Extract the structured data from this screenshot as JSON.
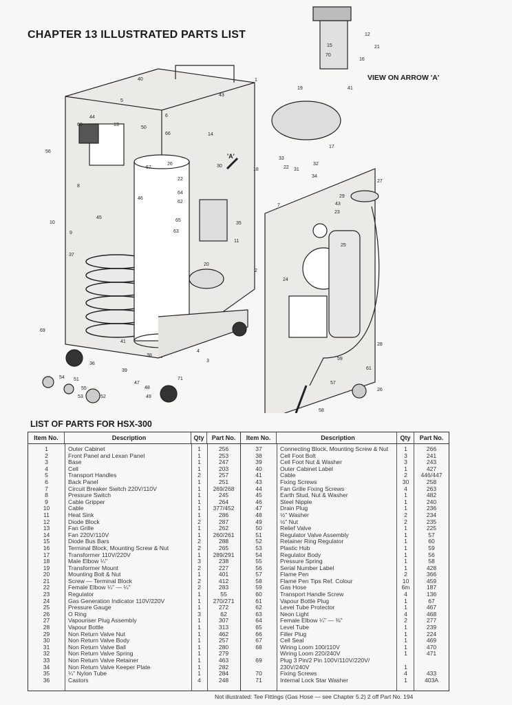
{
  "page": {
    "title": "CHAPTER 13  ILLUSTRATED PARTS LIST",
    "view_label": "VIEW ON ARROW 'A'",
    "arrow_label": "'A'",
    "list_title": "LIST OF PARTS FOR HSX-300",
    "footnote": "Not illustrated: Tee Fittings (Gas Hose — see Chapter 5.2) 2 off Part No. 194"
  },
  "table": {
    "headers": {
      "item": "Item No.",
      "desc": "Description",
      "qty": "Qty",
      "part": "Part No."
    },
    "left": [
      {
        "item": "1",
        "desc": "Outer Cabinet",
        "qty": "1",
        "part": "256"
      },
      {
        "item": "2",
        "desc": "Front Panel and Lexan Panel",
        "qty": "1",
        "part": "253"
      },
      {
        "item": "3",
        "desc": "Base",
        "qty": "1",
        "part": "247"
      },
      {
        "item": "4",
        "desc": "Cell",
        "qty": "1",
        "part": "203"
      },
      {
        "item": "5",
        "desc": "Transport Handles",
        "qty": "2",
        "part": "257"
      },
      {
        "item": "6",
        "desc": "Back Panel",
        "qty": "1",
        "part": "251"
      },
      {
        "item": "7",
        "desc": "Circuit Breaker Switch 220V/110V",
        "qty": "1",
        "part": "269/268"
      },
      {
        "item": "8",
        "desc": "Pressure Switch",
        "qty": "1",
        "part": "245"
      },
      {
        "item": "9",
        "desc": "Cable Gripper",
        "qty": "1",
        "part": "264"
      },
      {
        "item": "10",
        "desc": "Cable",
        "qty": "1",
        "part": "377/452"
      },
      {
        "item": "11",
        "desc": "Heat Sink",
        "qty": "1",
        "part": "286"
      },
      {
        "item": "12",
        "desc": "Diode Block",
        "qty": "2",
        "part": "287"
      },
      {
        "item": "13",
        "desc": "Fan Grille",
        "qty": "1",
        "part": "262"
      },
      {
        "item": "14",
        "desc": "Fan 220V/110V",
        "qty": "1",
        "part": "260/261"
      },
      {
        "item": "15",
        "desc": "Diode Bus Bars",
        "qty": "2",
        "part": "288"
      },
      {
        "item": "16",
        "desc": "Terminal Block, Mounting Screw & Nut",
        "qty": "2",
        "part": "265"
      },
      {
        "item": "17",
        "desc": "Transformer 110V/220V",
        "qty": "1",
        "part": "289/291"
      },
      {
        "item": "18",
        "desc": "Male Elbow ¼\"",
        "qty": "3",
        "part": "238"
      },
      {
        "item": "19",
        "desc": "Transformer Mount",
        "qty": "2",
        "part": "227"
      },
      {
        "item": "20",
        "desc": "Mounting Bolt & Nut",
        "qty": "1",
        "part": "401"
      },
      {
        "item": "21",
        "desc": "Screw — Terminal Block",
        "qty": "2",
        "part": "412"
      },
      {
        "item": "22",
        "desc": "Female Elbow ¼\" — ¼\"",
        "qty": "2",
        "part": "283"
      },
      {
        "item": "23",
        "desc": "Regulator",
        "qty": "1",
        "part": "55"
      },
      {
        "item": "24",
        "desc": "Gas Generation Indicator 110V/220V",
        "qty": "1",
        "part": "270/271"
      },
      {
        "item": "25",
        "desc": "Pressure Gauge",
        "qty": "1",
        "part": "272"
      },
      {
        "item": "26",
        "desc": "O Ring",
        "qty": "3",
        "part": "62"
      },
      {
        "item": "27",
        "desc": "Vapouriser Plug Assembly",
        "qty": "1",
        "part": "307"
      },
      {
        "item": "28",
        "desc": "Vapour Bottle",
        "qty": "1",
        "part": "313"
      },
      {
        "item": "29",
        "desc": "Non Return Valve Nut",
        "qty": "1",
        "part": "462"
      },
      {
        "item": "30",
        "desc": "Non Return Valve Body",
        "qty": "1",
        "part": "257"
      },
      {
        "item": "31",
        "desc": "Non Return Valve Ball",
        "qty": "1",
        "part": "280"
      },
      {
        "item": "32",
        "desc": "Non Return Valve Spring",
        "qty": "1",
        "part": "279"
      },
      {
        "item": "33",
        "desc": "Non Return Valve Retainer",
        "qty": "1",
        "part": "463"
      },
      {
        "item": "34",
        "desc": "Non Return Valve Keeper Plate",
        "qty": "1",
        "part": "282"
      },
      {
        "item": "35",
        "desc": "¼\" Nylon Tube",
        "qty": "1",
        "part": "284"
      },
      {
        "item": "36",
        "desc": "Castors",
        "qty": "4",
        "part": "248"
      }
    ],
    "right": [
      {
        "item": "37",
        "desc": "Connecting Block, Mounting Screw & Nut",
        "qty": "1",
        "part": "266"
      },
      {
        "item": "38",
        "desc": "Cell Foot Bolt",
        "qty": "3",
        "part": "241"
      },
      {
        "item": "39",
        "desc": "Cell Foot Nut & Washer",
        "qty": "3",
        "part": "243"
      },
      {
        "item": "40",
        "desc": "Outer Cabinet Label",
        "qty": "1",
        "part": "427"
      },
      {
        "item": "41",
        "desc": "Cable",
        "qty": "2",
        "part": "446/447"
      },
      {
        "item": "43",
        "desc": "Fixing Screws",
        "qty": "30",
        "part": "258"
      },
      {
        "item": "44",
        "desc": "Fan Grille Fixing Screws",
        "qty": "4",
        "part": "263"
      },
      {
        "item": "45",
        "desc": "Earth Stud, Nut & Washer",
        "qty": "1",
        "part": "482"
      },
      {
        "item": "46",
        "desc": "Steel Nipple",
        "qty": "1",
        "part": "240"
      },
      {
        "item": "47",
        "desc": "Drain Plug",
        "qty": "1",
        "part": "236"
      },
      {
        "item": "48",
        "desc": "½\" Washer",
        "qty": "2",
        "part": "234"
      },
      {
        "item": "49",
        "desc": "½\" Nut",
        "qty": "2",
        "part": "235"
      },
      {
        "item": "50",
        "desc": "Relief Valve",
        "qty": "1",
        "part": "225"
      },
      {
        "item": "51",
        "desc": "Regulator Valve Assembly",
        "qty": "1",
        "part": "57"
      },
      {
        "item": "52",
        "desc": "Retainer Ring Regulator",
        "qty": "1",
        "part": "60"
      },
      {
        "item": "53",
        "desc": "Plastic Hub",
        "qty": "1",
        "part": "59"
      },
      {
        "item": "54",
        "desc": "Regulator Body",
        "qty": "1",
        "part": "56"
      },
      {
        "item": "55",
        "desc": "Pressure Spring",
        "qty": "1",
        "part": "58"
      },
      {
        "item": "56",
        "desc": "Serial Number Label",
        "qty": "1",
        "part": "428"
      },
      {
        "item": "57",
        "desc": "Flame Pen",
        "qty": "2",
        "part": "366"
      },
      {
        "item": "58",
        "desc": "Flame Pen Tips Ref. Colour",
        "qty": "10",
        "part": "459"
      },
      {
        "item": "59",
        "desc": "Gas Hose",
        "qty": "6m",
        "part": "187"
      },
      {
        "item": "60",
        "desc": "Transport Handle Screw",
        "qty": "4",
        "part": "136"
      },
      {
        "item": "61",
        "desc": "Vapour Bottle Plug",
        "qty": "1",
        "part": "67"
      },
      {
        "item": "62",
        "desc": "Level Tube Protector",
        "qty": "1",
        "part": "467"
      },
      {
        "item": "63",
        "desc": "Neon Light",
        "qty": "4",
        "part": "468"
      },
      {
        "item": "64",
        "desc": "Female Elbow ¼\" — ⅜\"",
        "qty": "2",
        "part": "277"
      },
      {
        "item": "65",
        "desc": "Level Tube",
        "qty": "1",
        "part": "239"
      },
      {
        "item": "66",
        "desc": "Filler Plug",
        "qty": "1",
        "part": "224"
      },
      {
        "item": "67",
        "desc": "Cell Seal",
        "qty": "1",
        "part": "469"
      },
      {
        "item": "68",
        "desc": "Wiring Loom 100/110V",
        "qty": "1",
        "part": "470"
      },
      {
        "item": "",
        "desc": "Wiring Loom 220/240V",
        "qty": "1",
        "part": "471"
      },
      {
        "item": "69",
        "desc": "Plug 3 Pin/2 Pin 100V/110V/220V/",
        "qty": "",
        "part": ""
      },
      {
        "item": "",
        "desc": "230V/240V",
        "qty": "1",
        "part": ""
      },
      {
        "item": "70",
        "desc": "Fixing Screws",
        "qty": "4",
        "part": "433"
      },
      {
        "item": "71",
        "desc": "Internal Lock Star Washer",
        "qty": "1",
        "part": "403A"
      }
    ]
  },
  "figure": {
    "callouts": [
      "1",
      "40",
      "43",
      "5",
      "44",
      "60",
      "13",
      "56",
      "14",
      "50",
      "66",
      "67",
      "26",
      "6",
      "8",
      "46",
      "45",
      "9",
      "10",
      "37",
      "69",
      "12",
      "15",
      "70",
      "21",
      "16",
      "41",
      "19",
      "17",
      "33",
      "22",
      "31",
      "32",
      "34",
      "30",
      "18",
      "35",
      "11",
      "22",
      "64",
      "62",
      "65",
      "63",
      "27",
      "29",
      "43",
      "23",
      "7",
      "25",
      "24",
      "20",
      "28",
      "59",
      "61",
      "26",
      "57",
      "58",
      "36",
      "41",
      "38",
      "3",
      "4",
      "39",
      "47",
      "48",
      "49",
      "71",
      "54",
      "51",
      "55",
      "53",
      "52",
      "2"
    ]
  }
}
